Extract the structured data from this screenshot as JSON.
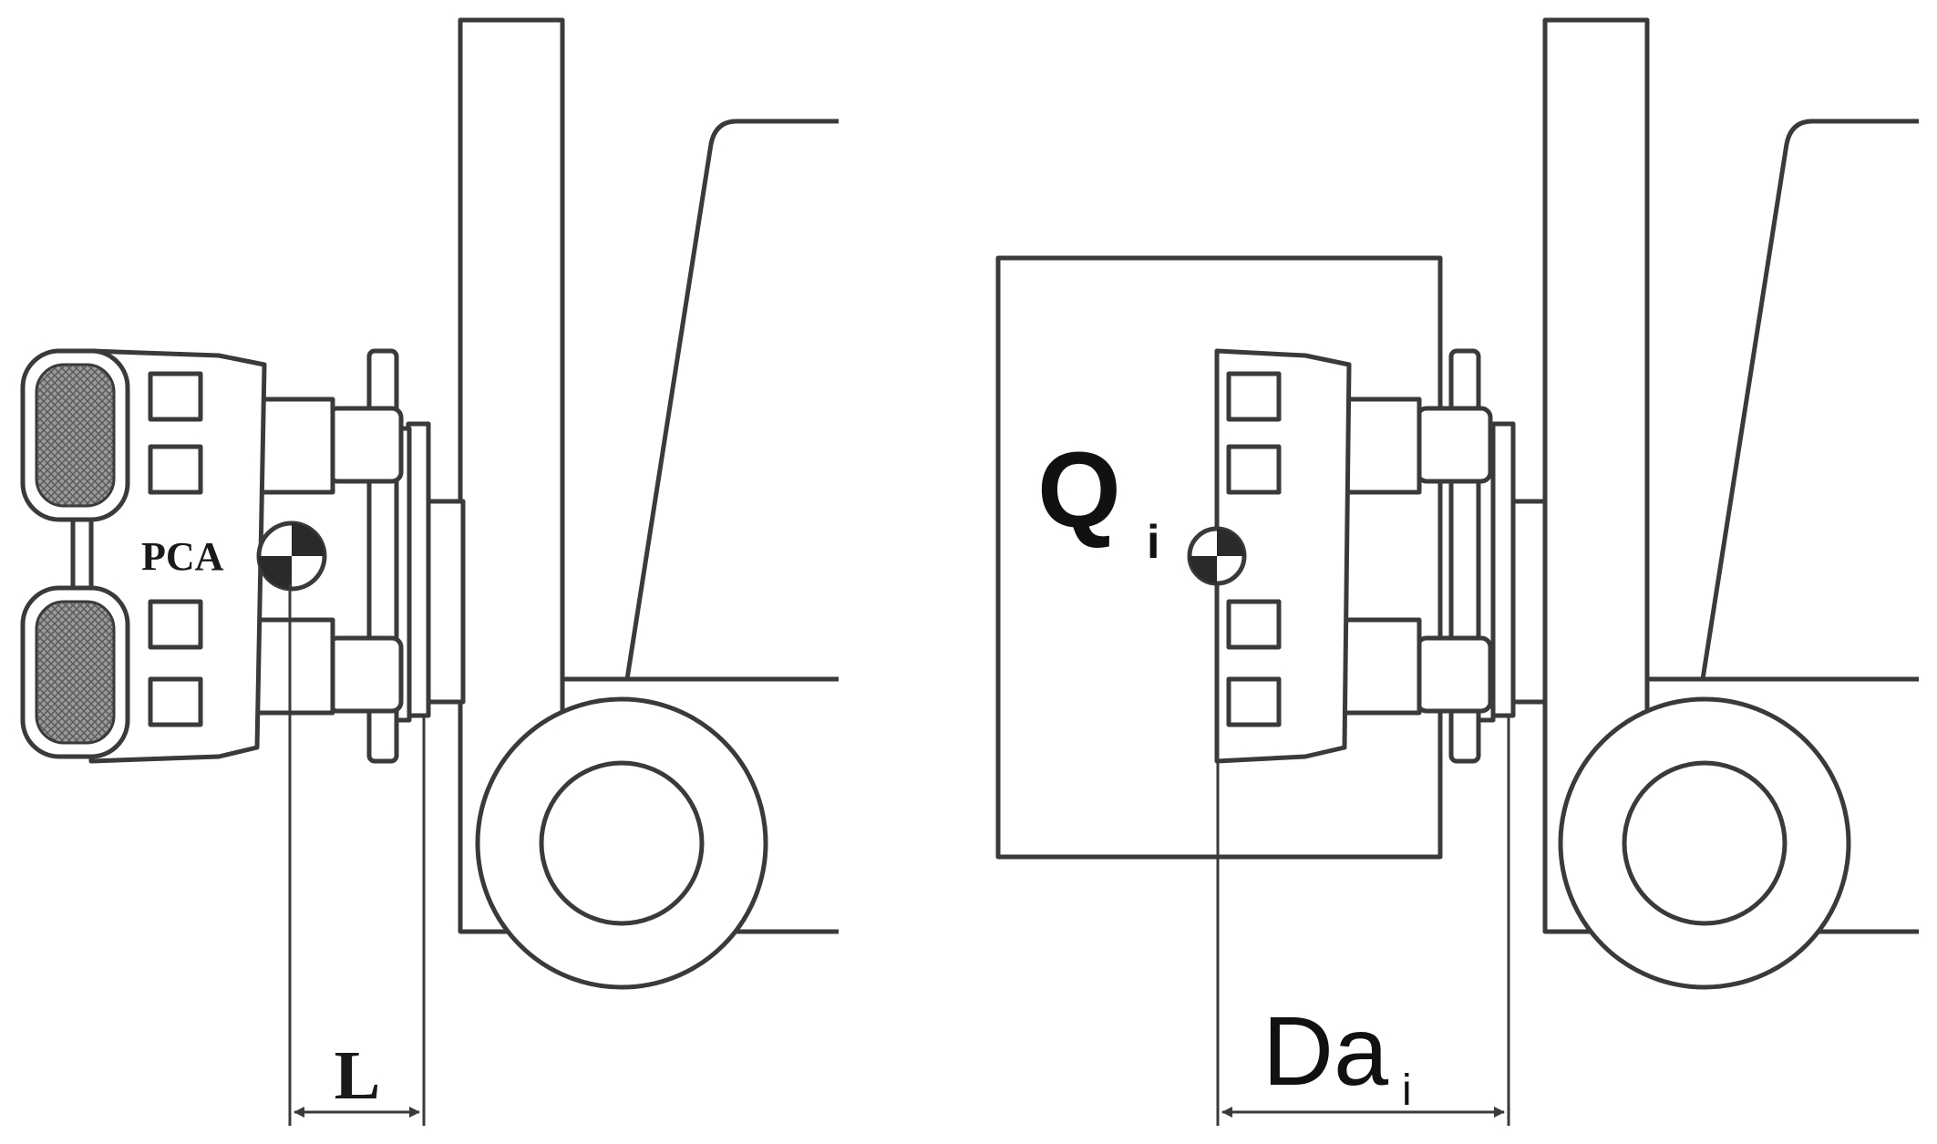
{
  "left_panel": {
    "cg_label": "PCA",
    "dimension_label": "L"
  },
  "right_panel": {
    "load_label": "Q",
    "load_subscript": "i",
    "dimension_label": "Da",
    "dimension_subscript": "i"
  },
  "colors": {
    "line": "#3a3a3a",
    "tread": "#8a8a8a",
    "background": "#ffffff"
  },
  "icons": [
    "center-of-gravity-icon",
    "tire-icon",
    "forklift-wheel-icon",
    "arrow-icon"
  ]
}
